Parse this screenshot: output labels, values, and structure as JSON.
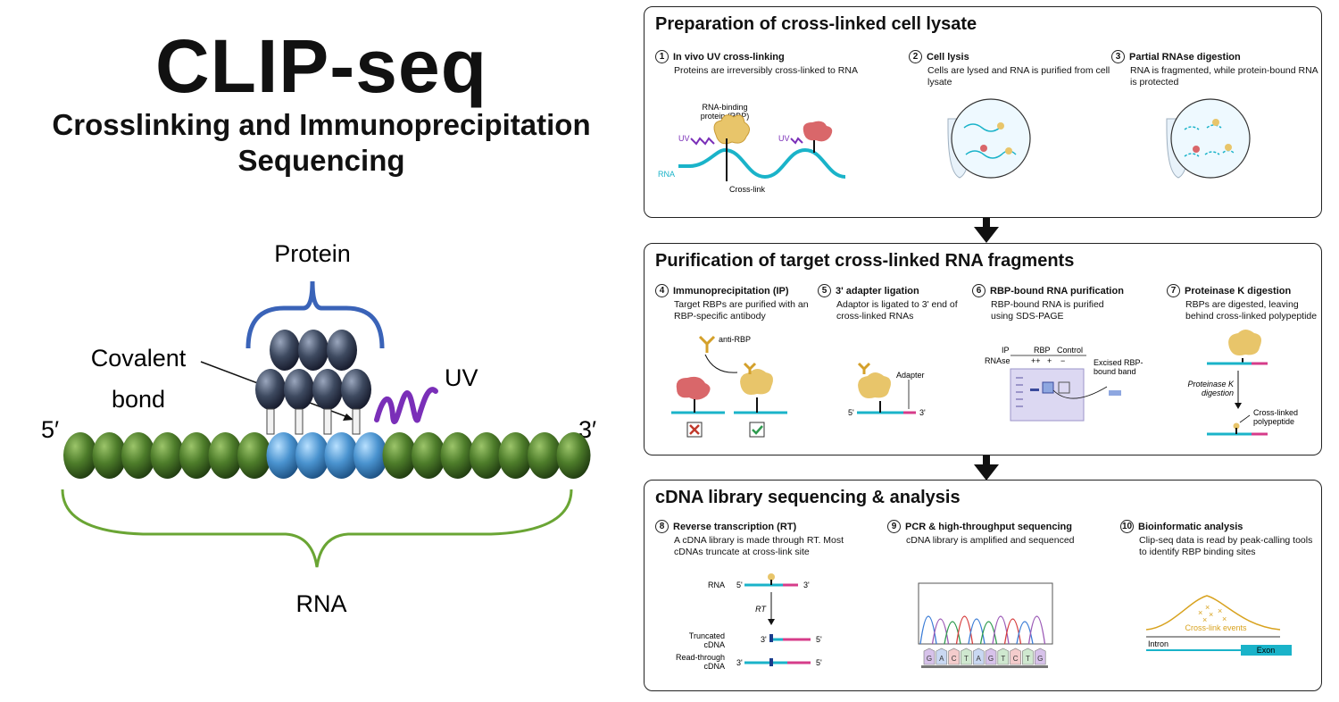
{
  "left": {
    "title": "CLIP-seq",
    "subtitle_line1": "Crosslinking and Immunoprecipitation",
    "subtitle_line2": "Sequencing",
    "diagram": {
      "protein": "Protein",
      "covalent_line1": "Covalent",
      "covalent_line2": "bond",
      "uv": "UV",
      "five_prime": "5′",
      "three_prime": "3′",
      "rna": "RNA"
    }
  },
  "panel1": {
    "title": "Preparation of cross-linked cell lysate",
    "steps": [
      {
        "num": "1",
        "title": "In vivo UV cross-linking",
        "desc": "Proteins are irreversibly cross-linked to RNA"
      },
      {
        "num": "2",
        "title": "Cell lysis",
        "desc": "Cells are lysed and RNA is purified from cell lysate"
      },
      {
        "num": "3",
        "title": "Partial RNAse digestion",
        "desc": "RNA is fragmented, while protein-bound RNA is protected"
      }
    ],
    "labels": {
      "rbp": "RNA-binding protein (RBP)",
      "uv": "UV",
      "rna": "RNA",
      "crosslink": "Cross-link"
    }
  },
  "panel2": {
    "title": "Purification of target cross-linked RNA fragments",
    "steps": [
      {
        "num": "4",
        "title": "Immunoprecipitation (IP)",
        "desc": "Target RBPs are purified with an RBP-specific antibody"
      },
      {
        "num": "5",
        "title": "3' adapter ligation",
        "desc": "Adaptor is ligated to 3' end of cross-linked RNAs"
      },
      {
        "num": "6",
        "title": "RBP-bound RNA purification",
        "desc": "RBP-bound RNA is purified using SDS-PAGE"
      },
      {
        "num": "7",
        "title": "Proteinase K digestion",
        "desc": "RBPs are digested, leaving behind cross-linked polypeptide"
      }
    ],
    "labels": {
      "anti_rbp": "anti-RBP",
      "adapter": "Adapter",
      "five": "5'",
      "three": "3'",
      "ip": "IP",
      "rbp": "RBP",
      "control": "Control",
      "rnase": "RNAse",
      "plus_plus": "++",
      "plus": "+",
      "minus": "−",
      "excised": "Excised RBP-bound band",
      "proteinase": "Proteinase K digestion",
      "crosslinked_poly": "Cross-linked polypeptide"
    }
  },
  "panel3": {
    "title": "cDNA library sequencing & analysis",
    "steps": [
      {
        "num": "8",
        "title": "Reverse transcription (RT)",
        "desc": "A cDNA library is made through RT. Most cDNAs truncate at cross-link site"
      },
      {
        "num": "9",
        "title": "PCR & high-throughput sequencing",
        "desc": "cDNA library is amplified and sequenced"
      },
      {
        "num": "10",
        "title": "Bioinformatic analysis",
        "desc": "Clip-seq data is read by peak-calling tools to identify RBP binding sites"
      }
    ],
    "labels": {
      "rna": "RNA",
      "rt": "RT",
      "truncated": "Truncated cDNA",
      "readthrough": "Read-through cDNA",
      "five": "5'",
      "three": "3'",
      "bases": [
        "G",
        "A",
        "C",
        "T",
        "A",
        "G",
        "T",
        "C",
        "T",
        "G"
      ],
      "crosslink_events": "Cross-link events",
      "intron": "Intron",
      "exon": "Exon"
    }
  },
  "colors": {
    "rna_cyan": "#1ab3c9",
    "protein_tan": "#e8c56a",
    "uv_purple": "#7a2fb8",
    "adapter_pink": "#d63c8a",
    "protein_pink": "#d9676a",
    "bead_green": "#3c6a22",
    "bead_blue": "#4a93cf",
    "bead_gray": "#3e4a60",
    "brace_blue": "#3a63b8"
  }
}
